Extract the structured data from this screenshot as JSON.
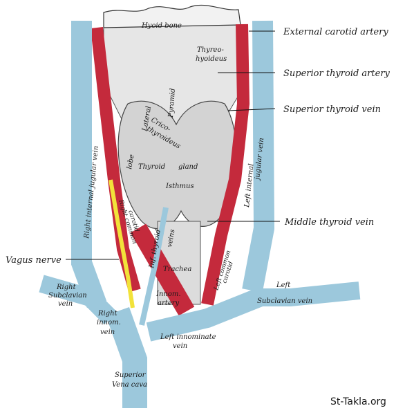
{
  "labels": {
    "hyoid_bone": "Hyoid bone",
    "thyreo": "Thyreo-",
    "hyoideus": "hyoideus",
    "external_carotid_artery": "External carotid artery",
    "superior_thyroid_artery": "Superior thyroid artery",
    "superior_thyroid_vein": "Superior thyroid vein",
    "middle_thyroid_vein": "Middle thyroid vein",
    "vagus_nerve": "Vagus nerve",
    "right_internal_jugular_vein": "Right internal jugular vein",
    "left_internal": "Left internal",
    "jugular_vein": "jugular vein",
    "lateral": "Lateral",
    "lobe": "lobe",
    "pyramid": "Pyramid",
    "crico": "Crico-",
    "thyroideus": "thyroideus",
    "thyroid": "Thyroid",
    "gland": "gland",
    "isthmus": "Isthmus",
    "inf_thyroid": "Inf. thyroid",
    "veins": "veins",
    "trachea": "Trachea",
    "innom_artery": "Innom.",
    "artery": "artery",
    "left_common_carotid": "Left common",
    "carotid": "carotid",
    "right_common_carotid": "Right common",
    "carotid_r": "carotid",
    "right": "Right",
    "subclavian": "Subclavian",
    "vein": "vein",
    "right_innom": "Right",
    "innom": "innom.",
    "innom_vein": "vein",
    "left": "Left",
    "subclavian_vein": "Subclavian vein",
    "left_innominate": "Left innominate",
    "left_innominate_vein": "vein",
    "superior": "Superior",
    "vena_cava": "Vena cava"
  },
  "watermark": "St-Takla.org",
  "colors": {
    "vein": "#9cc8dc",
    "vein_dark": "#5d8ea8",
    "artery": "#c42a3c",
    "artery_dark": "#7a1420",
    "nerve": "#f2e23a",
    "gland": "#d4d4d4",
    "muscle": "#e2e2e2",
    "bone": "#ededed"
  }
}
